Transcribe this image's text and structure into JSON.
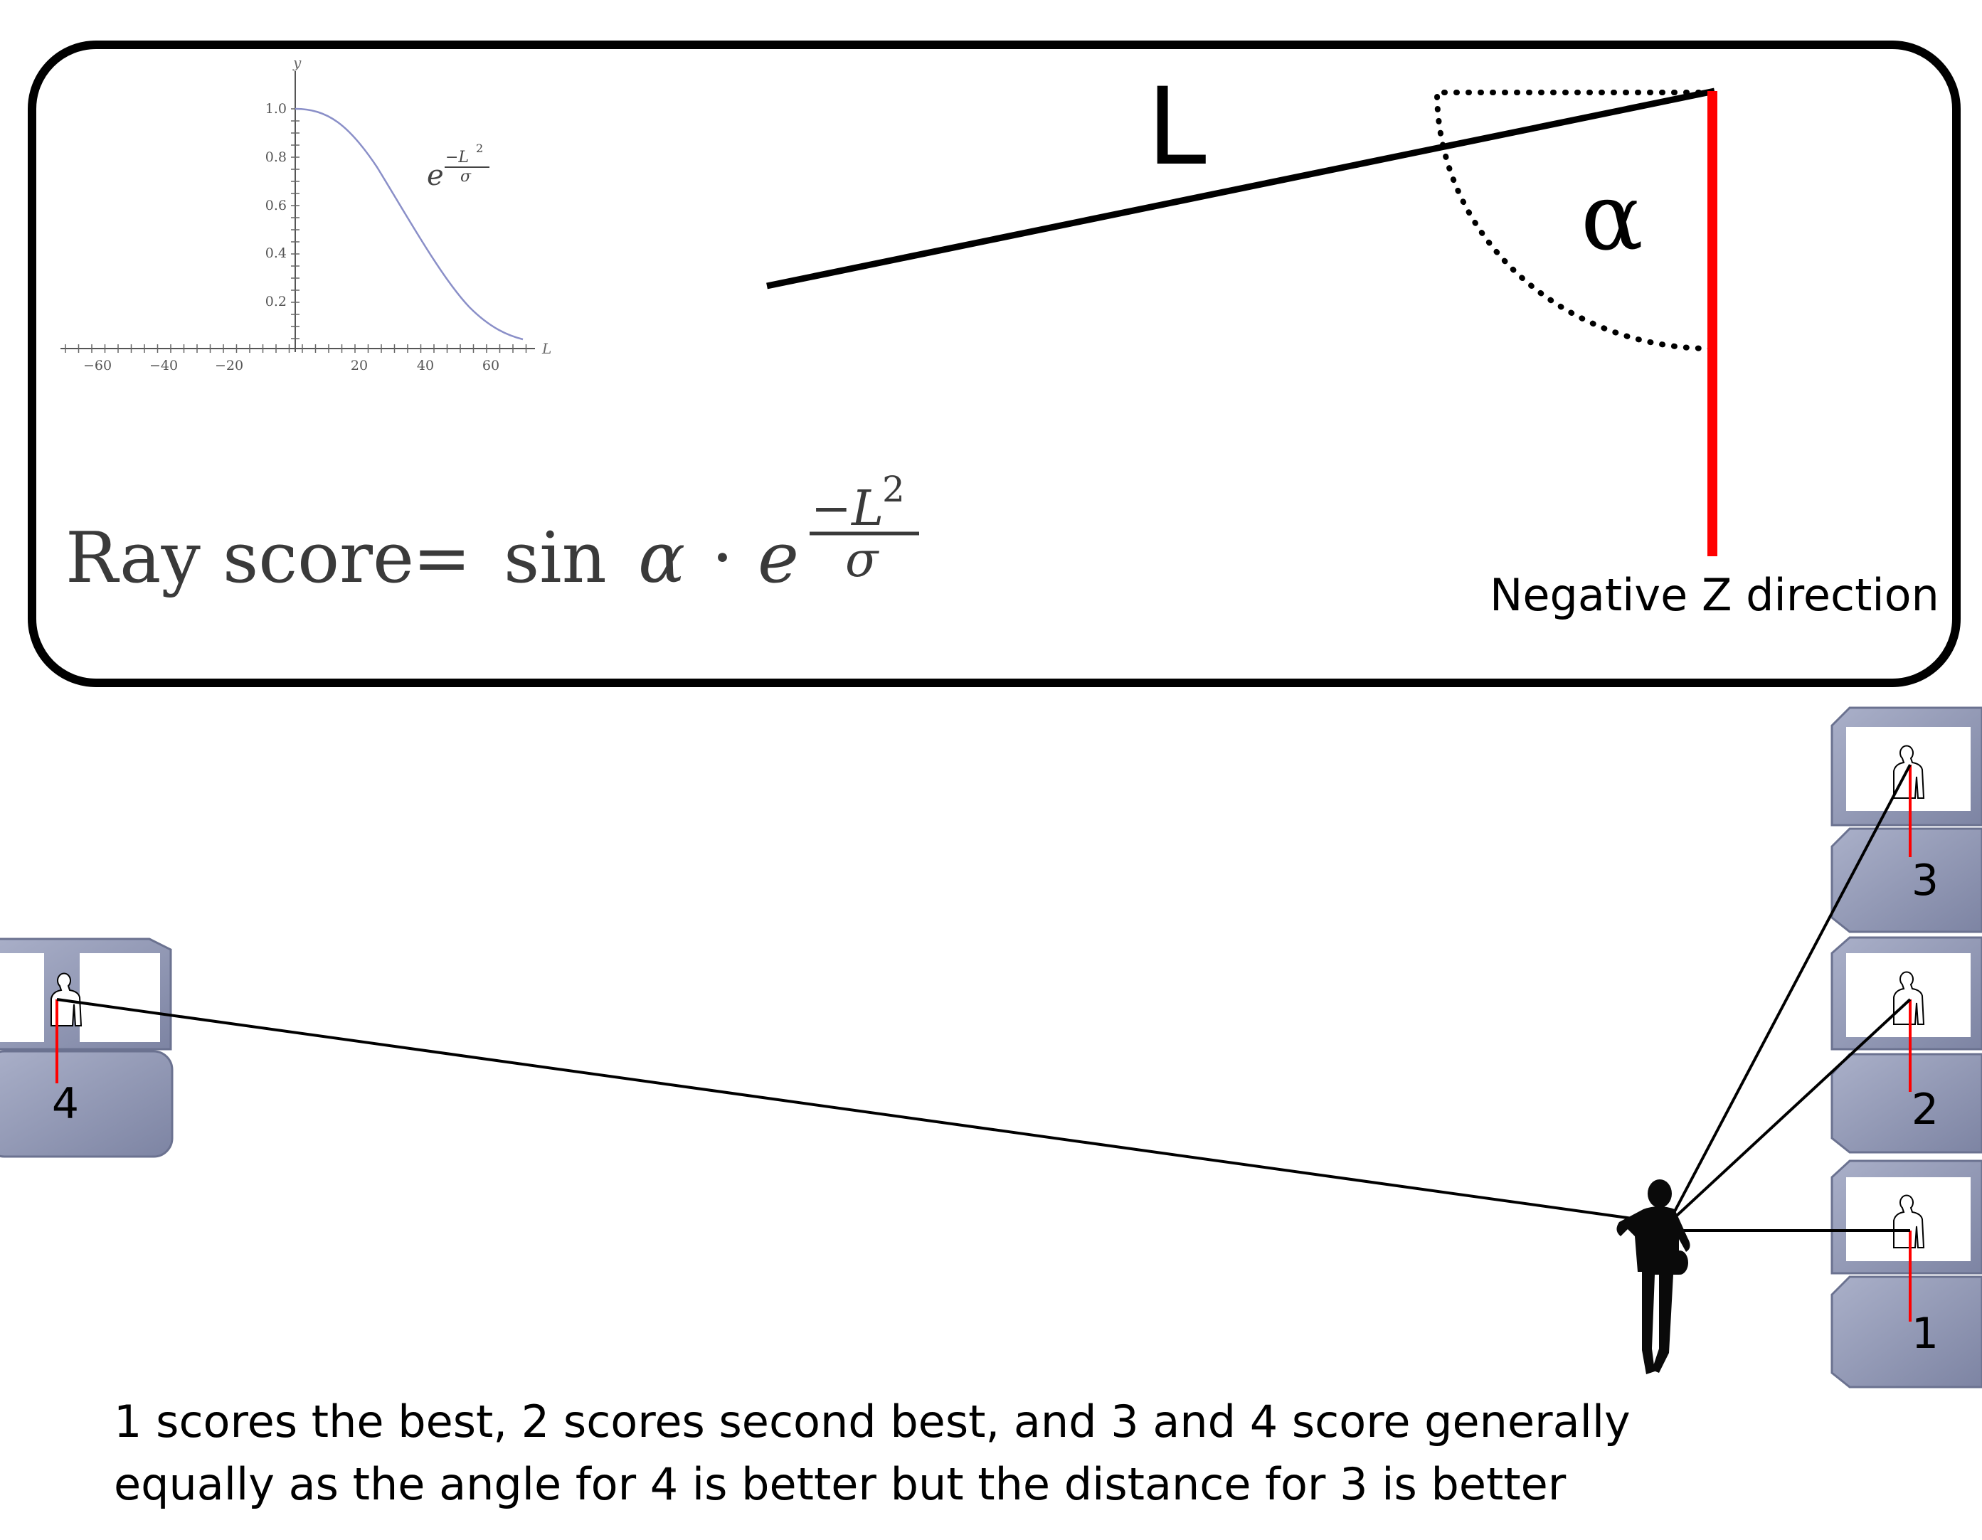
{
  "panel": {
    "mini_plot": {
      "y_axis_label": "y",
      "x_axis_label": "L",
      "y_ticks": [
        "1.0",
        "0.8",
        "0.6",
        "0.4",
        "0.2"
      ],
      "x_ticks": [
        "−60",
        "−40",
        "−20",
        "20",
        "40",
        "60"
      ],
      "curve_formula_base": "e",
      "curve_formula_numerator": "−L",
      "curve_formula_power": "2",
      "curve_formula_denominator": "σ",
      "curve_color": "#8a8fc8"
    },
    "length_label": "L",
    "angle_label": "α",
    "direction_label": "Negative Z direction",
    "formula": {
      "lhs": "Ray score",
      "equals": "=",
      "sin": "sin",
      "alpha": "α",
      "dot": "·",
      "base": "e",
      "numerator": "−L",
      "power": "2",
      "denominator": "σ"
    }
  },
  "scene": {
    "booth_labels": [
      "1",
      "2",
      "3",
      "4"
    ],
    "booth_color": "#8d94b3",
    "ray_color": "#000000",
    "z_axis_color": "#ff0000"
  },
  "caption": {
    "line1": "1 scores the best, 2 scores second best, and 3 and 4 score generally",
    "line2": "equally as the angle for 4 is better but the distance for 3 is better"
  }
}
